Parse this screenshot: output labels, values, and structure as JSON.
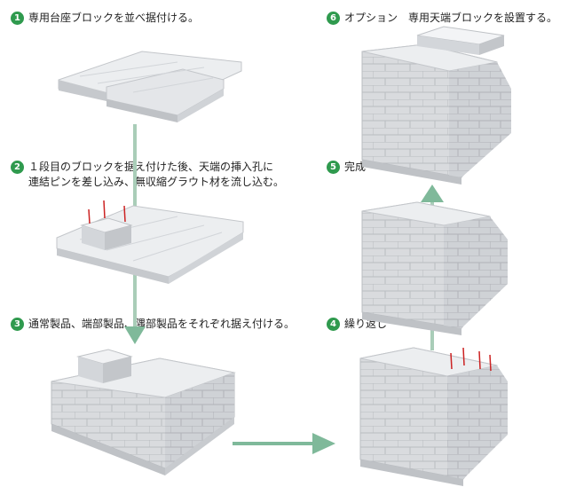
{
  "steps": [
    {
      "num": "1",
      "line1": "専用台座ブロックを並べ据付ける。"
    },
    {
      "num": "2",
      "line1": "１段目のブロックを据え付けた後、天端の挿入孔に",
      "line2": "連結ピンを差し込み、無収縮グラウト材を流し込む。"
    },
    {
      "num": "3",
      "line1": "通常製品、端部製品、隅部製品をそれぞれ据え付ける。"
    },
    {
      "num": "4",
      "line1": "繰り返し"
    },
    {
      "num": "5",
      "line1": "完成"
    },
    {
      "num": "6",
      "line1": "オプション　専用天端ブロックを設置する。"
    }
  ],
  "colors": {
    "accent": "#2f9a4e",
    "arrow": "#7fb99a",
    "block_face": "#d4d6d9",
    "block_top": "#eceef0",
    "pin": "#cc2222"
  }
}
